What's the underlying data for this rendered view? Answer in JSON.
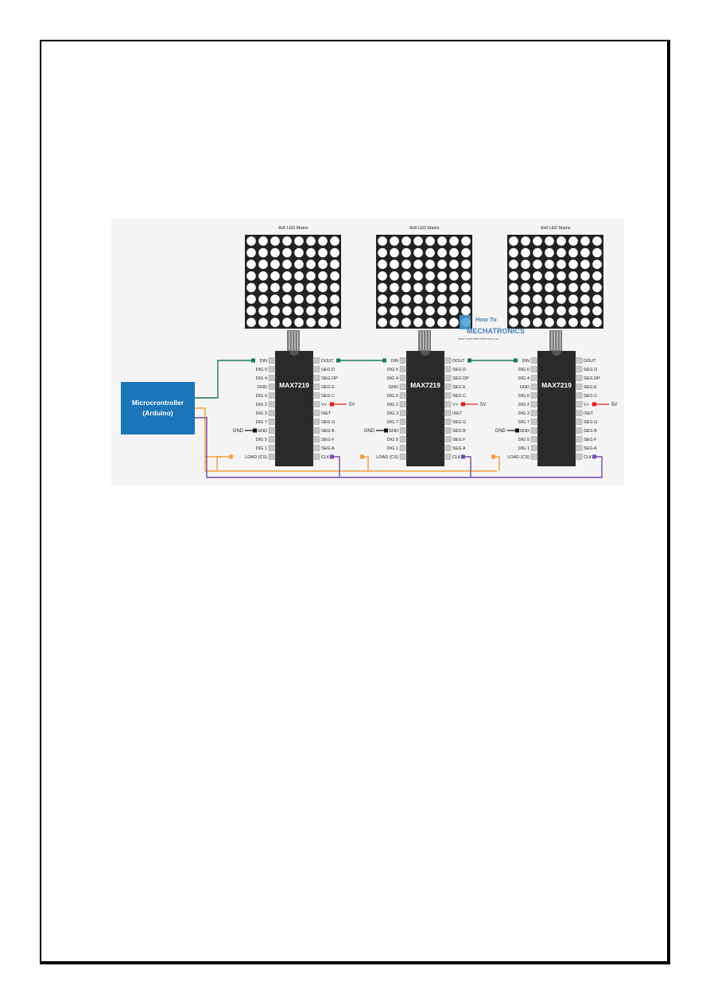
{
  "figure": {
    "matrix_title": "8x8 LED Matrix",
    "chip_label": "MAX7219",
    "controller_line1": "Microcrontroller",
    "controller_line2": "(Arduino)",
    "pins_left": [
      "DIN",
      "DIG 0",
      "DIG 4",
      "GND",
      "DIG 6",
      "DIG 2",
      "DIG 3",
      "DIG 7",
      "GND",
      "DIG 5",
      "DIG 1",
      "LOAD (CS)"
    ],
    "pins_right": [
      "DOUT",
      "SEG D",
      "SEG DP",
      "SEG E",
      "SEG C",
      "V+",
      "ISET",
      "SEG G",
      "SEG B",
      "SEG F",
      "SEG A",
      "CLK"
    ],
    "vplus_label": "5V",
    "gnd_label": "GND",
    "watermark_line1": "How To",
    "watermark_line2": "MECHATRONICS",
    "watermark_url": "www.HowToMechatronics.com"
  },
  "colors": {
    "din_wire": "#1e7a52",
    "load_wire": "#f0a040",
    "clk_wire": "#7a4aa8",
    "vplus_wire": "#e02020",
    "gnd_wire": "#111111",
    "controller_bg": "#1b75b8",
    "matrix_bg": "#222222",
    "chip_bg": "#2a2a2a"
  }
}
